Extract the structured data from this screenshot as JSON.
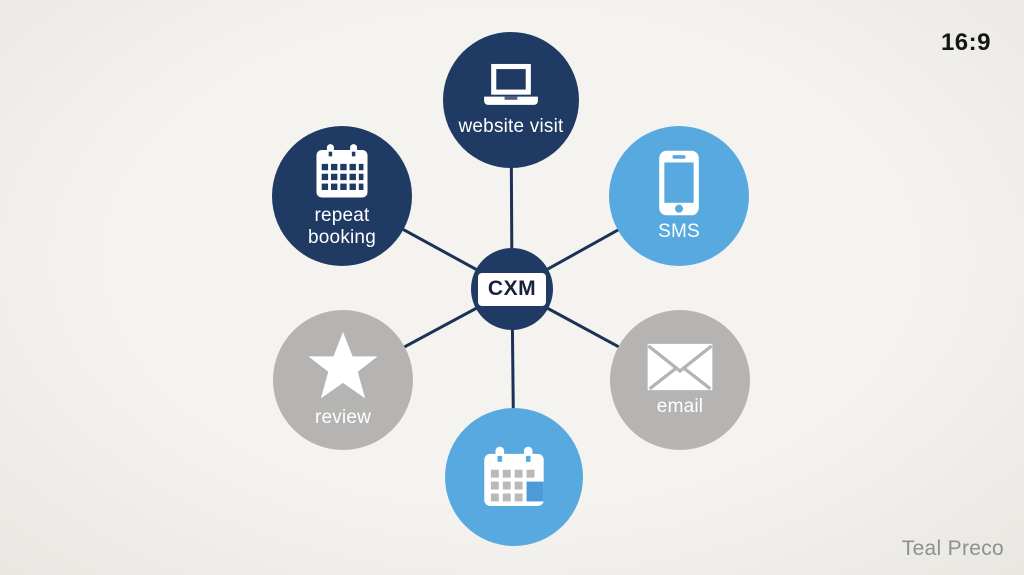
{
  "page": {
    "aspect_ratio_label": "16:9",
    "watermark": "Teal Preco"
  },
  "hub": {
    "label": "CXM"
  },
  "nodes": [
    {
      "id": "website-visit",
      "label": "website visit",
      "icon": "laptop-icon",
      "color": "#1F3A63"
    },
    {
      "id": "repeat-booking",
      "label": "repeat booking",
      "icon": "calendar-icon",
      "color": "#1F3A63"
    },
    {
      "id": "sms",
      "label": "SMS",
      "icon": "smartphone-icon",
      "color": "#58A9E0"
    },
    {
      "id": "review",
      "label": "review",
      "icon": "star-icon",
      "color": "#B5B4B2"
    },
    {
      "id": "email",
      "label": "email",
      "icon": "envelope-icon",
      "color": "#B5B4B2"
    },
    {
      "id": "booking-date",
      "label": "",
      "icon": "calendar-date-icon",
      "color": "#58A9E0"
    }
  ],
  "colors": {
    "background": "#F2F0EC",
    "navy": "#1F3A63",
    "blue": "#58A9E0",
    "gray": "#B5B4B2",
    "connector_line": "#1C3156",
    "hub_badge_bg": "#FFFFFF",
    "hub_badge_text": "#17223C",
    "calendar_grid_gray": "#B9B9B9",
    "calendar_highlight_blue": "#4A9BD8",
    "aspect_text": "#151515",
    "watermark_text": "#8F8F8F"
  }
}
